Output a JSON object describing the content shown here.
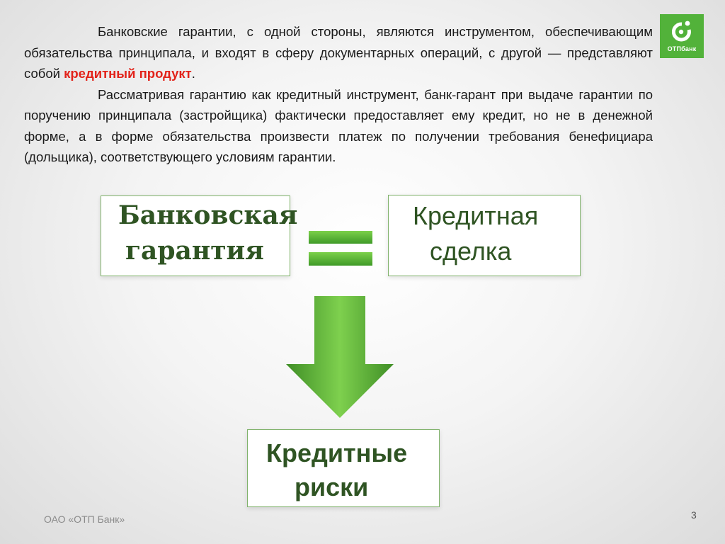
{
  "logo": {
    "text": "ОТПбанк"
  },
  "paragraphs": {
    "p1_before": "Банковские гарантии, с одной стороны, являются инструментом, обеспечивающим обязательства принципала, и входят в сферу документарных операций, с другой — представляют собой ",
    "p1_highlight": "кредитный продукт",
    "p1_after": ".",
    "p2": "Рассматривая гарантию как кредитный инструмент, банк-гарант при выдаче гарантии по поручению принципала (застройщика) фактически предоставляет ему кредит, но не в денежной форме, а в форме обязательства произвести платеж по получении требования бенефициара (дольщика), соответствующего условиям гарантии."
  },
  "diagram": {
    "left_box": {
      "line1": "Банковская",
      "line2": "гарантия"
    },
    "right_box": {
      "line1": "Кредитная",
      "line2": "сделка"
    },
    "bottom_box": {
      "line1": "Кредитные",
      "line2": "риски"
    }
  },
  "footer": {
    "organization": "ОАО «ОТП Банк»",
    "page_number": "3"
  },
  "colors": {
    "brand_green": "#52b23a",
    "box_text": "#2f5423",
    "highlight": "#e2231a"
  }
}
